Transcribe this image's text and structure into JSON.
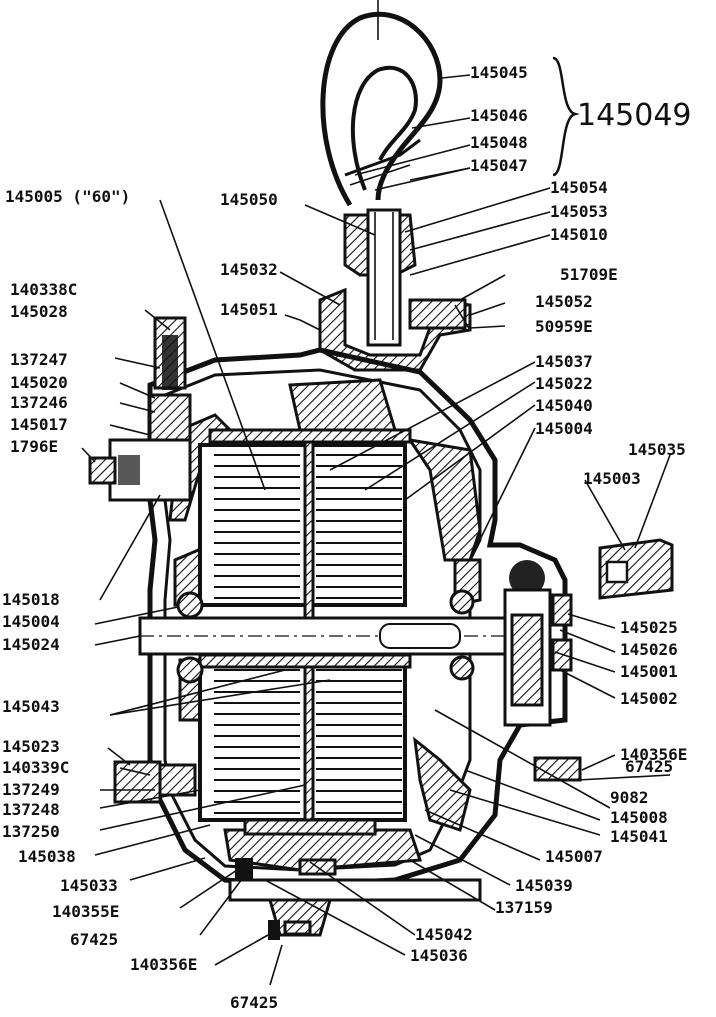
{
  "diagram": {
    "assembly_number": "145049",
    "labels": [
      "145045",
      "145046",
      "145048",
      "145047",
      "145005 (\"60\")",
      "145050",
      "145054",
      "145053",
      "145010",
      "145032",
      "51709E",
      "145052",
      "50959E",
      "140338C",
      "145028",
      "145051",
      "137247",
      "145020",
      "137246",
      "145017",
      "1796E",
      "145037",
      "145022",
      "145040",
      "145004",
      "145035",
      "145003",
      "145018",
      "145004",
      "145024",
      "145025",
      "145026",
      "145001",
      "145043",
      "145002",
      "140356E",
      "145023",
      "67425",
      "140339C",
      "9082",
      "137249",
      "145008",
      "137248",
      "145041",
      "137250",
      "145038",
      "145007",
      "145033",
      "145039",
      "140355E",
      "137159",
      "67425",
      "145042",
      "140356E",
      "145036",
      "67425"
    ]
  }
}
